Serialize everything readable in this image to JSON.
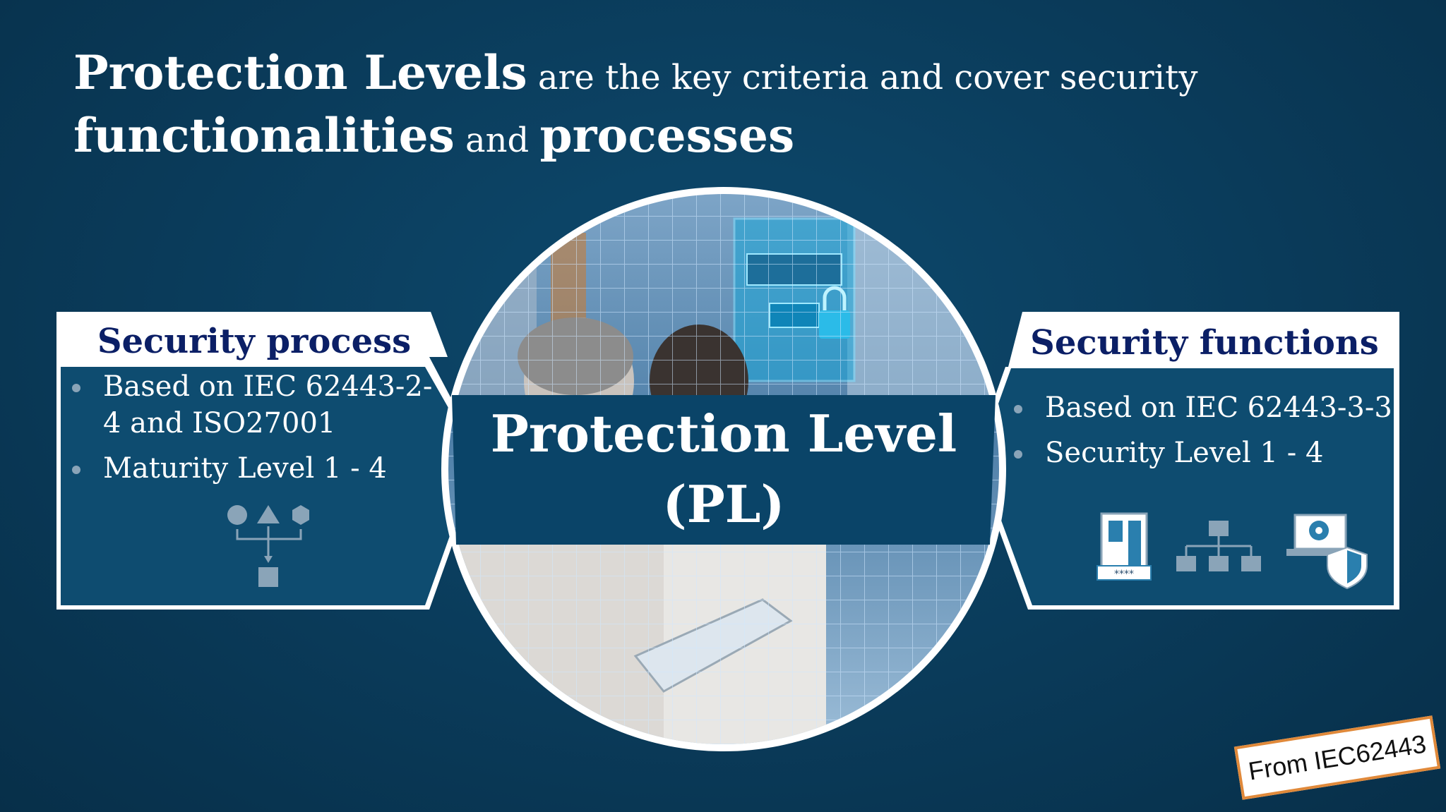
{
  "title": {
    "part1_bold": "Protection Levels",
    "part2": " are the key criteria and cover security",
    "part3_bold": "functionalities",
    "part4": " and ",
    "part5_bold": "processes"
  },
  "left_panel": {
    "heading": "Security process",
    "bullets": [
      "Based on IEC 62443-2-4 and ISO27001",
      "Maturity Level 1 - 4"
    ],
    "icon": "process-flow-icon"
  },
  "center": {
    "line1": "Protection Level",
    "line2": "(PL)",
    "image": "engineers-with-tablet-login-photo"
  },
  "right_panel": {
    "heading": "Security functions",
    "bullets": [
      "Based on IEC 62443-3-3",
      "Security Level 1 - 4"
    ],
    "icons": [
      "server-password-icon",
      "network-hierarchy-icon",
      "laptop-shield-icon"
    ]
  },
  "stamp": {
    "text": "From IEC62443"
  },
  "colors": {
    "background": "#0a3b5a",
    "panel": "#0e4c70",
    "heading_text": "#0b1f66",
    "band": "#0a4468",
    "stamp_border": "#e0893a"
  }
}
